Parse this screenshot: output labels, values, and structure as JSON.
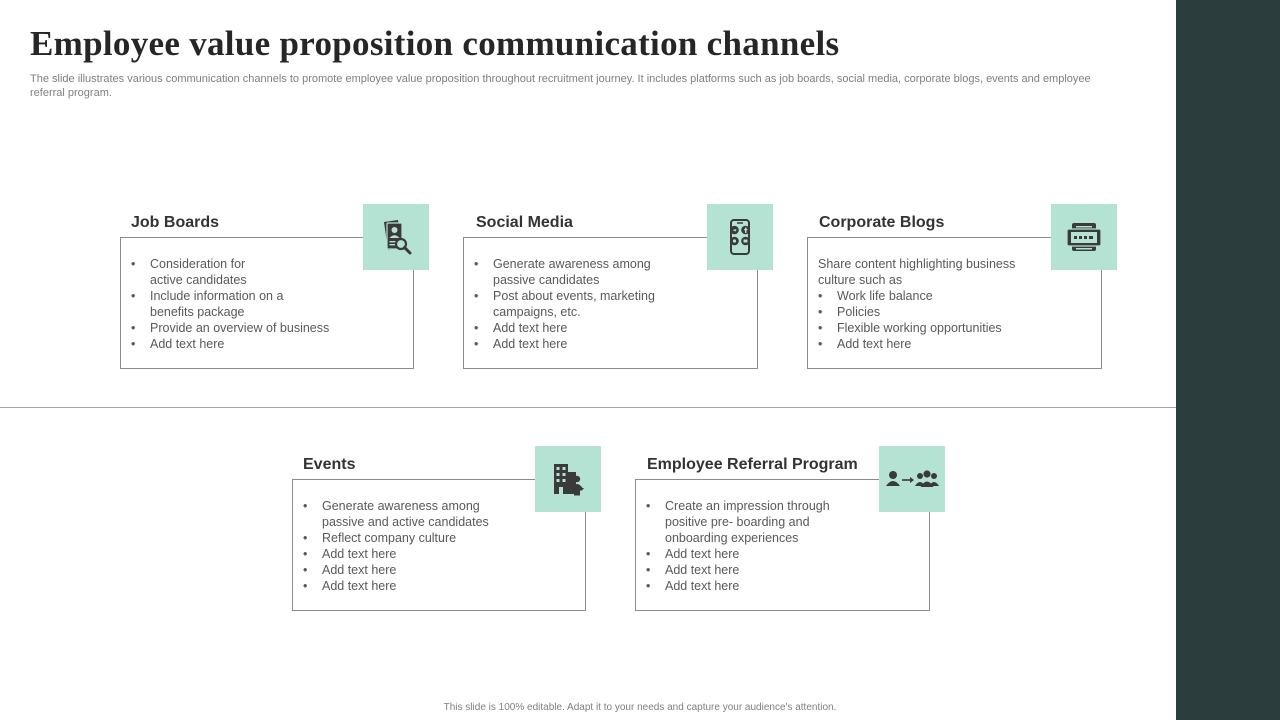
{
  "title": "Employee value proposition communication channels",
  "subtitle": "The slide illustrates various communication channels to promote employee value proposition throughout recruitment journey. It includes platforms such as job boards, social media, corporate blogs, events and employee referral program.",
  "cards": [
    {
      "title": "Job Boards",
      "icon": "job-search-icon",
      "items": [
        "Consideration for\nactive candidates",
        "Include information  on a\nbenefits package",
        "Provide  an overview  of business",
        "Add text here"
      ]
    },
    {
      "title": "Social Media",
      "icon": "social-media-phone-icon",
      "items": [
        "Generate awareness among\npassive candidates",
        "Post about events, marketing\ncampaigns, etc.",
        "Add text here",
        "Add text here"
      ]
    },
    {
      "title": "Corporate Blogs",
      "icon": "blog-icon",
      "intro": "Share content highlighting business\nculture such as",
      "items": [
        "Work life balance",
        "Policies",
        "Flexible working opportunities",
        "Add text here"
      ]
    },
    {
      "title": "Events",
      "icon": "building-podium-icon",
      "items": [
        "Generate awareness among\npassive and active candidates",
        "Reflect company culture",
        "Add text here",
        "Add text here",
        "Add text here"
      ]
    },
    {
      "title": "Employee Referral Program",
      "icon": "referral-people-icon",
      "items": [
        "Create an impression through\npositive pre- boarding and\nonboarding  experiences",
        "Add text here",
        "Add text here",
        "Add text here"
      ]
    }
  ],
  "footer": "This slide is 100% editable. Adapt it to your needs and capture your audience's attention.",
  "colors": {
    "accent": "#b5e3d3",
    "side_band": "#2b3d3c",
    "icon": "#3a3a3a"
  }
}
